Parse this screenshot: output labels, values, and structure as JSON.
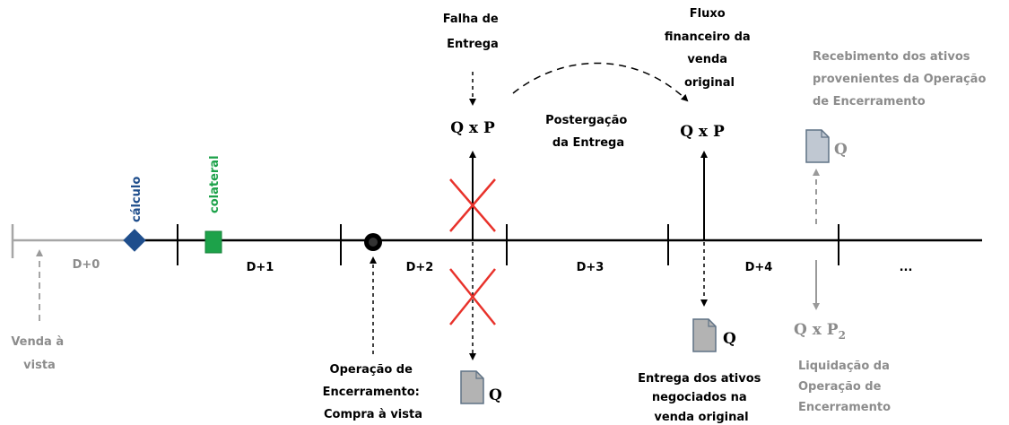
{
  "periods": [
    "D+0",
    "D+1",
    "D+2",
    "D+3",
    "D+4",
    "..."
  ],
  "markers": {
    "calculo": "cálculo",
    "colateral": "colateral"
  },
  "sale": [
    "Venda à",
    "vista"
  ],
  "failure": [
    "Falha de",
    "Entrega"
  ],
  "qxp_left": "Q x P",
  "qxp_right": "Q x P",
  "postponement": [
    "Postergação",
    "da Entrega"
  ],
  "financial_flow": [
    "Fluxo",
    "financeiro da",
    "venda",
    "original"
  ],
  "receipt": [
    "Recebimento dos ativos",
    "provenientes da Operação",
    "de Encerramento"
  ],
  "q_receipt": "Q",
  "q_delivery": "Q",
  "q_failed": "Q",
  "qxp2": {
    "base": "Q x P",
    "sub": "2"
  },
  "closing_op": [
    "Operação de",
    "Encerramento:",
    "Compra à vista"
  ],
  "delivery": [
    "Entrega dos ativos",
    "negociados na",
    "venda original"
  ],
  "settlement": [
    "Liquidação da",
    "Operação de",
    "Encerramento"
  ],
  "colors": {
    "diamond": "#1F4E8C",
    "collateral": "#1DA24A",
    "cross": "#E8322B",
    "gray": "#9A9A9A"
  }
}
